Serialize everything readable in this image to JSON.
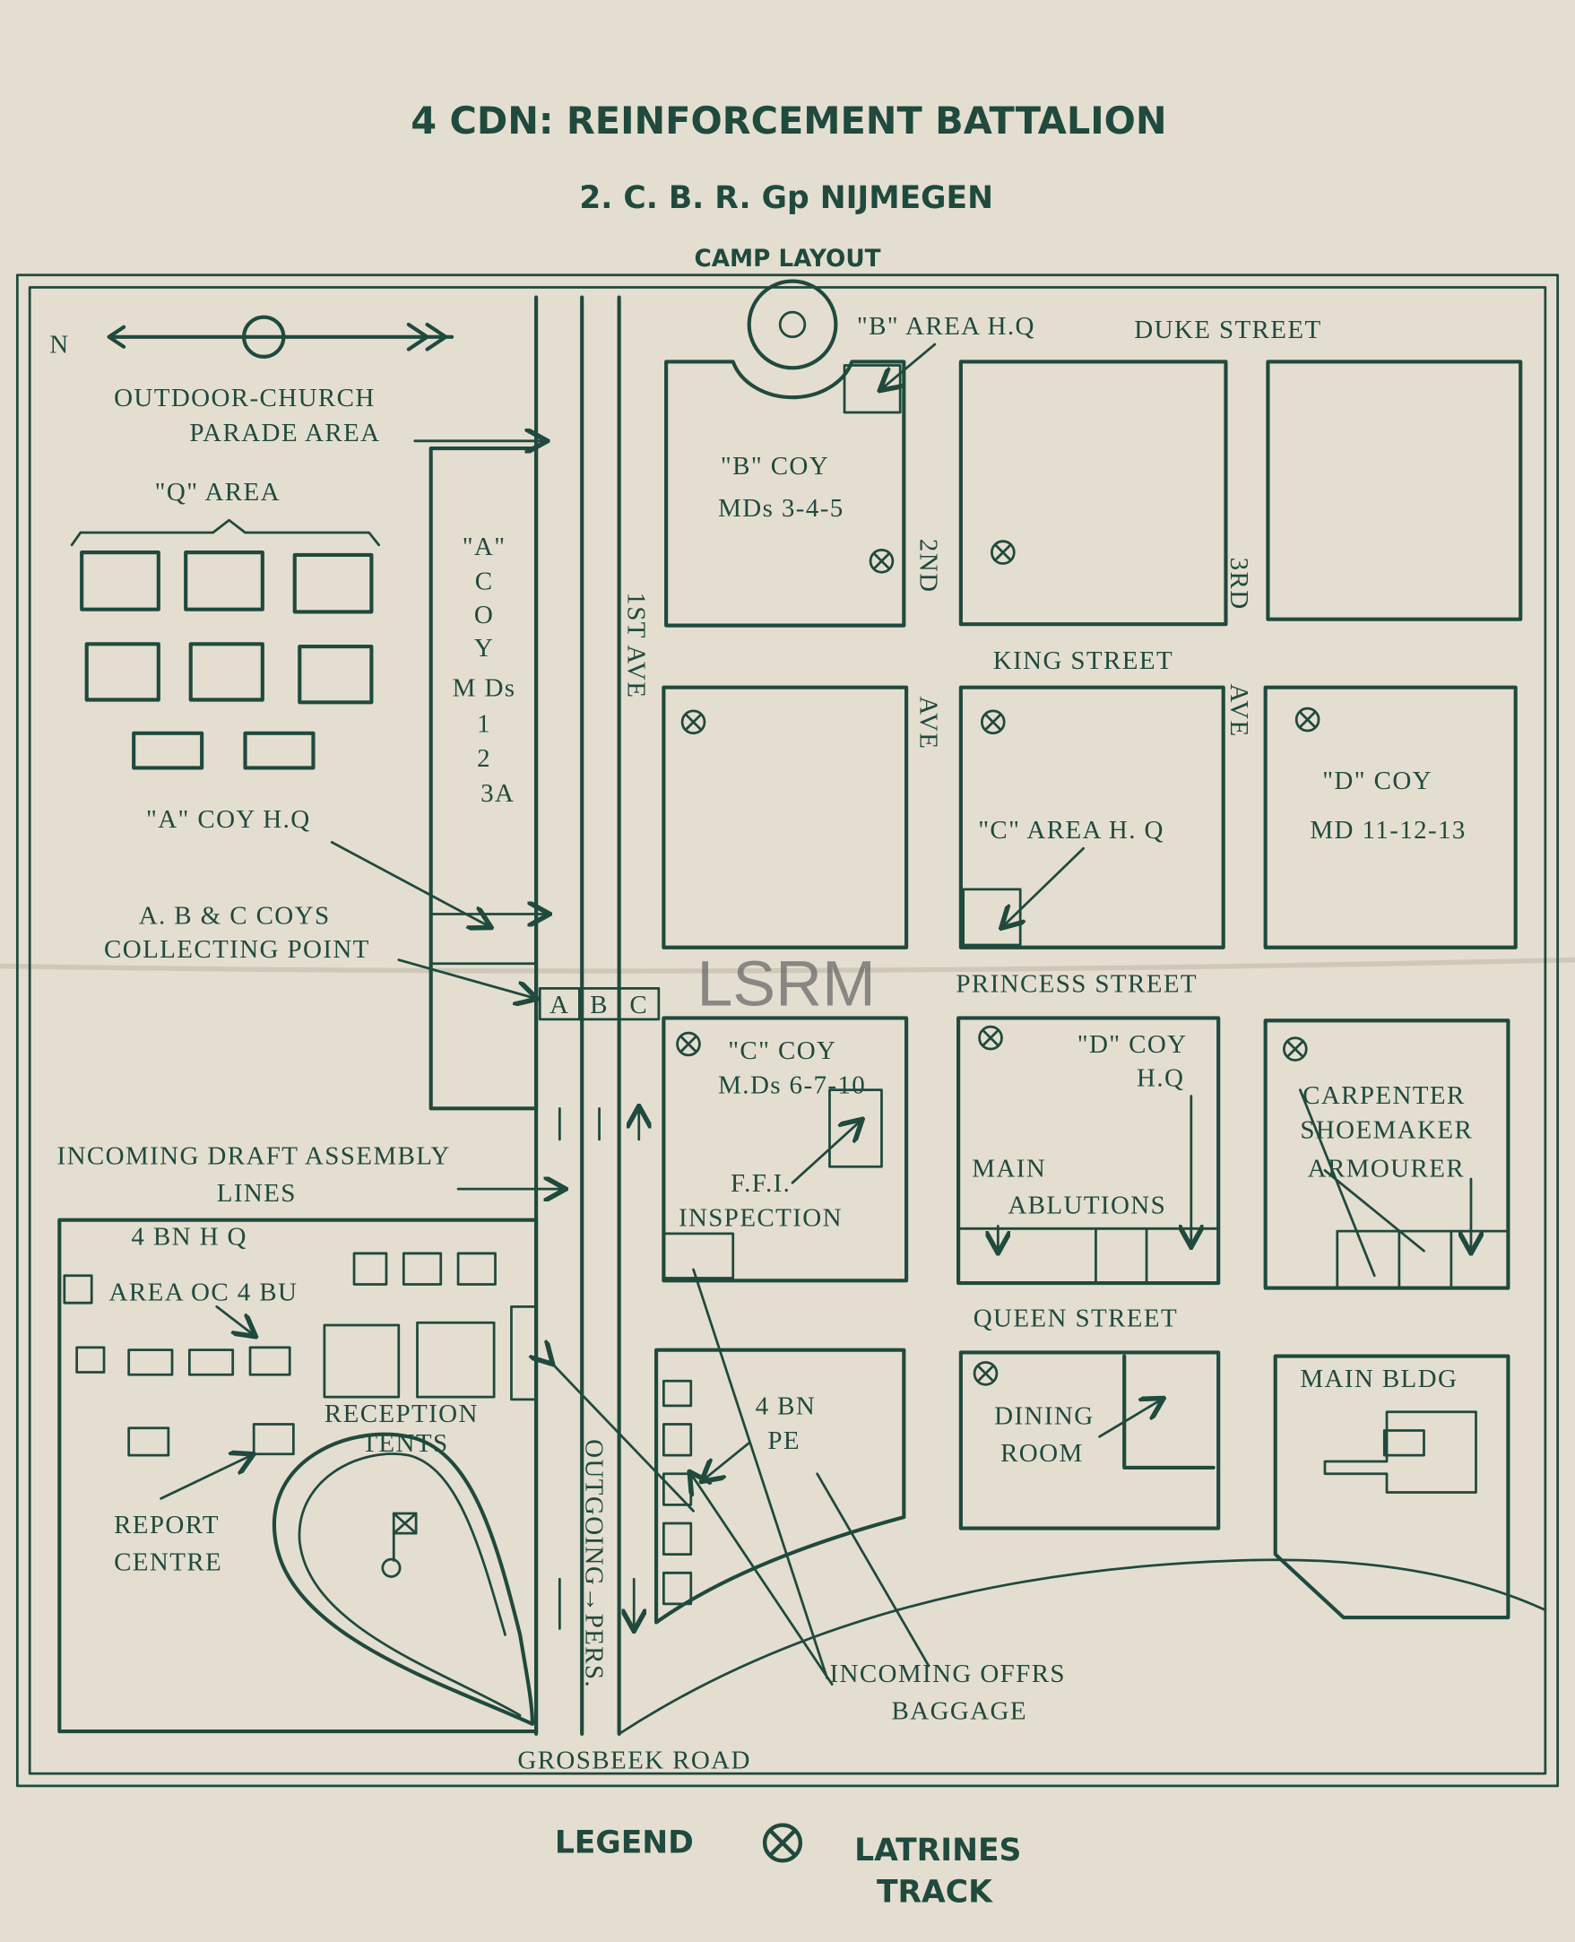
{
  "header": {
    "title": "4 CDN: REINFORCEMENT BATTALION",
    "subtitle": "2. C. B. R. Gp NIJMEGEN",
    "heading": "CAMP LAYOUT"
  },
  "compass": {
    "north_label": "N"
  },
  "watermark": "LSRM",
  "streets": {
    "duke": "DUKE STREET",
    "king": "KING STREET",
    "princess": "PRINCESS STREET",
    "queen": "QUEEN STREET",
    "grosbeek": "GROSBEEK ROAD",
    "first_ave": "1ST AVE",
    "second": "2ND",
    "second_ave": "AVE",
    "third": "3RD",
    "third_ave": "AVE",
    "outgoing": "OUTGOING→PERS."
  },
  "labels": {
    "church_1": "OUTDOOR-CHURCH",
    "church_2": "PARADE AREA",
    "q_area": "\"Q\" AREA",
    "a_coy_vertical": [
      "\"A\"",
      "C",
      "O",
      "Y",
      "M  Ds",
      "1",
      "2",
      "3A"
    ],
    "a_coy_hq": "\"A\" COY H.Q",
    "collect_1": "A. B & C COYS",
    "collect_2": "COLLECTING POINT",
    "lanes": [
      "A",
      "B",
      "C"
    ],
    "draft_1": "INCOMING DRAFT ASSEMBLY",
    "draft_2": "LINES",
    "bn_hq": "4 BN H Q",
    "area_oc": "AREA OC 4 BU",
    "reception_1": "RECEPTION",
    "reception_2": "TENTS",
    "report_1": "REPORT",
    "report_2": "CENTRE",
    "b_area_hq": "\"B\" AREA H.Q",
    "b_coy": "\"B\" COY",
    "b_mds": "MDs 3-4-5",
    "d_coy": "\"D\" COY",
    "d_md": "MD 11-12-13",
    "c_area_hq": "\"C\" AREA H. Q",
    "c_coy": "\"C\" COY",
    "c_mds": "M.Ds 6-7-10",
    "ffi_1": "F.F.I.",
    "ffi_2": "INSPECTION",
    "d_coy_hq_1": "\"D\" COY",
    "d_coy_hq_2": "H.Q",
    "ablutions_1": "MAIN",
    "ablutions_2": "ABLUTIONS",
    "trades": [
      "CARPENTER",
      "SHOEMAKER",
      "ARMOURER"
    ],
    "pe_1": "4 BN",
    "pe_2": "PE",
    "dining_1": "DINING",
    "dining_2": "ROOM",
    "main_bldg": "MAIN BLDG",
    "baggage_1": "INCOMING OFFRS",
    "baggage_2": "BAGGAGE"
  },
  "legend": {
    "title": "LEGEND",
    "symbol_icon": "latrine-circle-x-icon",
    "item_1": "LATRINES",
    "item_2": "TRACK"
  },
  "colors": {
    "ink": "#1f4a3d",
    "paper": "#e4ded1"
  }
}
